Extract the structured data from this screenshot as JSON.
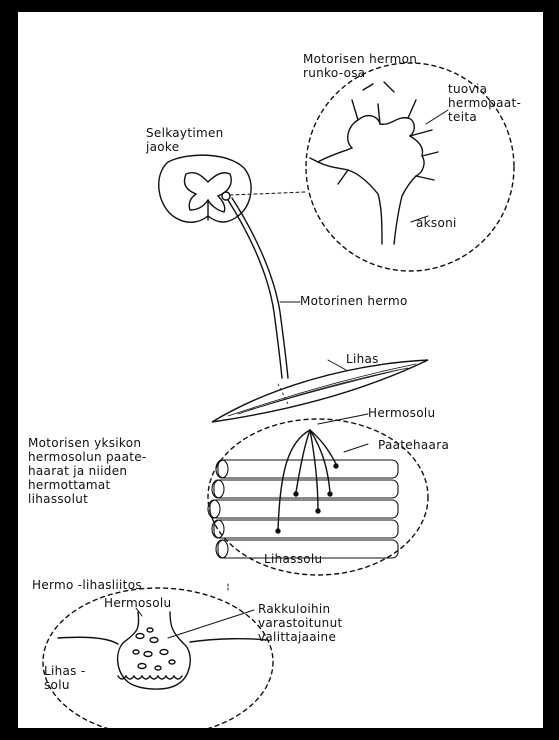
{
  "labels": {
    "motor_neuron_body": "Motorisen hermon\nrunko-osa",
    "afferent": "tuovia\nhermopaat-\nteita",
    "spinal_section": "Selkaytimen\njaoke",
    "axon": "aksoni",
    "motor_nerve": "Motorinen hermo",
    "muscle": "Lihas",
    "nerve_cell_top": "Hermosolu",
    "end_branch": "Paatehaara",
    "motor_unit": "Motorisen yksikon\nhermosolun paate-\nhaarat ja niiden\nhermottamat\nlihassolut",
    "muscle_cell": "Lihassolu",
    "junction": "Hermo -lihasliitos",
    "nerve_cell_bottom": "Hermosolu",
    "vesicles": "Rakkuloihin\nvarastoitunut\nvalittajaaine",
    "muscle_cell_left": "Lihas -\nsolu"
  },
  "colors": {
    "ink": "#111111",
    "paper": "#ffffff",
    "border": "#000000"
  }
}
